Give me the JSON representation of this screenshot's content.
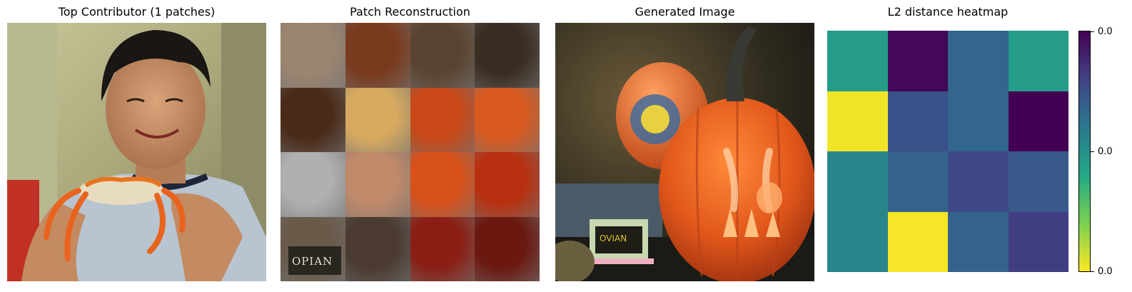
{
  "panels": {
    "top_contributor_title": "Top Contributor (1 patches)",
    "patch_reconstruction_title": "Patch Reconstruction",
    "generated_image_title": "Generated Image",
    "heatmap_title": "L2 distance heatmap"
  },
  "photo_text": {
    "patch_sign_text": "OPIAN",
    "generated_sign_text": "OVIAN"
  },
  "chart_data": {
    "type": "heatmap",
    "title": "L2 distance heatmap",
    "rows": 4,
    "cols": 4,
    "colormap": "viridis",
    "reversed_colorbar": true,
    "relative_values": [
      [
        0.55,
        0.02,
        0.33,
        0.55
      ],
      [
        0.98,
        0.25,
        0.33,
        0.0
      ],
      [
        0.46,
        0.32,
        0.22,
        0.28
      ],
      [
        0.46,
        0.99,
        0.32,
        0.18
      ]
    ],
    "colorbar_ticks": [
      "0.0",
      "0.0",
      "0.0"
    ]
  },
  "patch_colors": [
    [
      "#9c8570",
      "#7a3a1e",
      "#5a4330",
      "#3a2d22"
    ],
    [
      "#4a2a18",
      "#d8aa60",
      "#c84818",
      "#d85a20"
    ],
    [
      "#b0b0b0",
      "#c08a6a",
      "#d8501a",
      "#b83010"
    ],
    [
      "#6a5a4a",
      "#4a3a30",
      "#8a1e14",
      "#6a1810"
    ]
  ]
}
